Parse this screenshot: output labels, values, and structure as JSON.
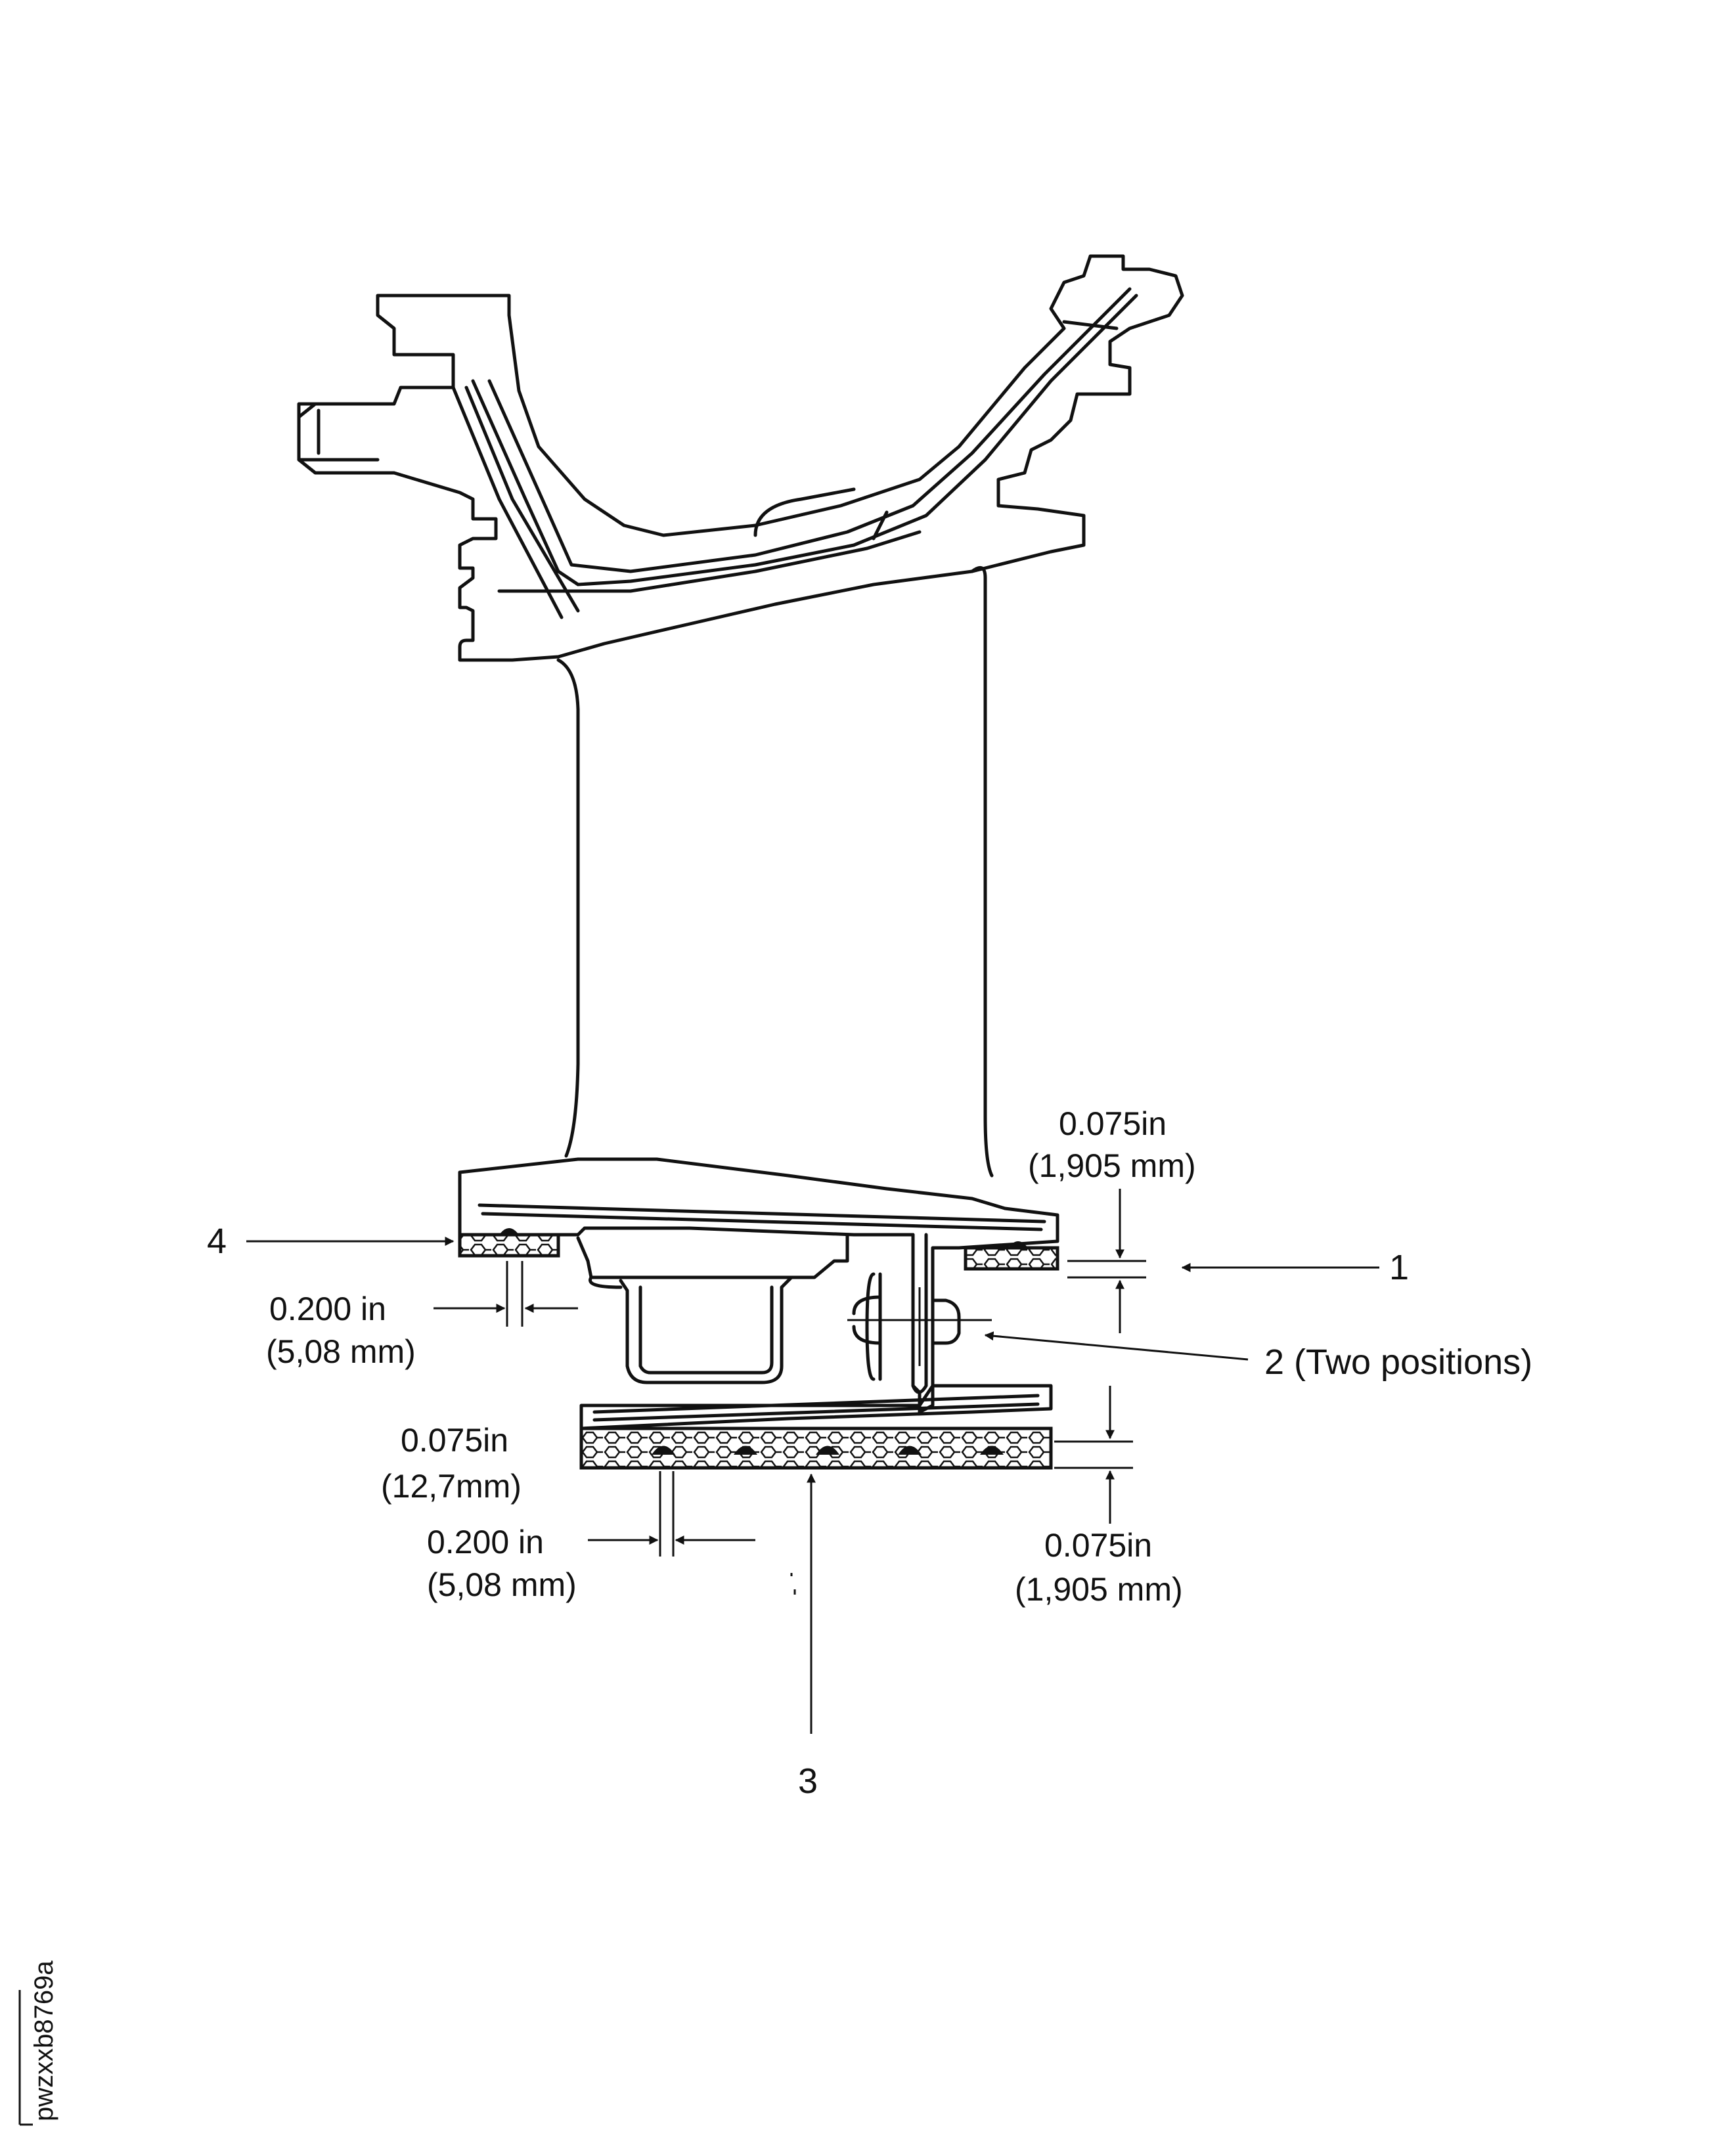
{
  "callouts": {
    "c1": "1",
    "c2": "2 (Two positions)",
    "c3": "3",
    "c4": "4"
  },
  "dimensions": {
    "top_right_in": "0.075in",
    "top_right_mm": "(1,905 mm)",
    "left_upper_in": "0.200 in",
    "left_upper_mm": "(5,08 mm)",
    "left_thick_in": "0.075in",
    "left_thick_mm": "(12,7mm)",
    "left_lower_in": "0.200 in",
    "left_lower_mm": "(5,08 mm)",
    "bottom_right_in": "0.075in",
    "bottom_right_mm": "(1,905 mm)"
  },
  "figure_id": "pwzxxb8769a"
}
